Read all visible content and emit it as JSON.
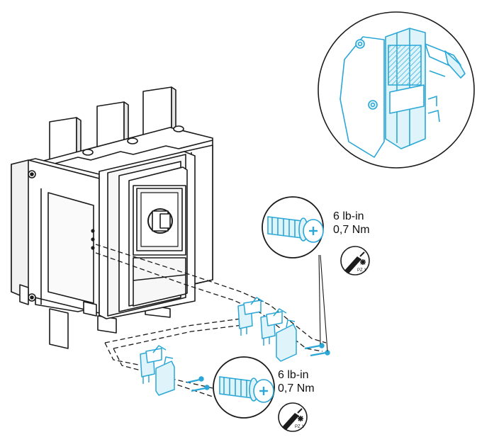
{
  "colors": {
    "outline": "#1b1b1b",
    "accessory": "#2aa7d6",
    "accessory_fill": "#dff3fb",
    "accessory_hatch": "#5cc0e6",
    "body_fill": "#ffffff",
    "panel_fill": "#f2f2f2"
  },
  "icons": {
    "screw_zoom": "screw-detail-icon",
    "screwdriver": "screwdriver-icon"
  },
  "callouts": [
    {
      "torque_imperial": "6 lb-in",
      "torque_metric": "0,7 Nm",
      "bit_label": "PZ 1"
    },
    {
      "torque_imperial": "6 lb-in",
      "torque_metric": "0,7 Nm",
      "bit_label": "PZ 1"
    }
  ]
}
